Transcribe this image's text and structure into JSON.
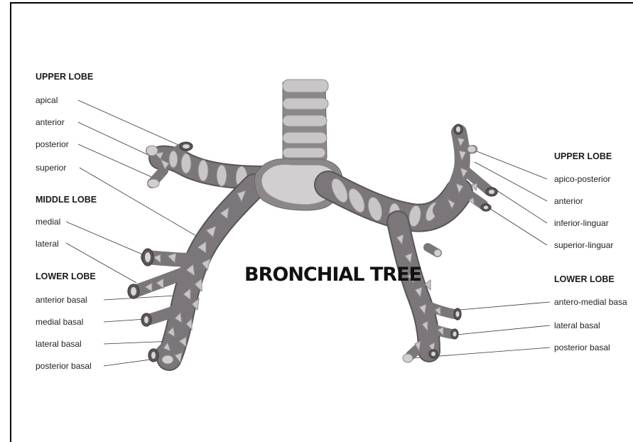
{
  "title": "BRONCHIAL TREE",
  "left": {
    "upper_lobe": {
      "heading": "UPPER LOBE",
      "items": [
        "apical",
        "anterior",
        "posterior",
        "superior"
      ]
    },
    "middle_lobe": {
      "heading": "MIDDLE LOBE",
      "items": [
        "medial",
        "lateral"
      ]
    },
    "lower_lobe": {
      "heading": "LOWER LOBE",
      "items": [
        "anterior basal",
        "medial basal",
        "lateral basal",
        "posterior basal"
      ]
    }
  },
  "right": {
    "upper_lobe": {
      "heading": "UPPER LOBE",
      "items": [
        "apico-posterior",
        "anterior",
        "inferior-linguar",
        "superior-linguar"
      ]
    },
    "lower_lobe": {
      "heading": "LOWER LOBE",
      "items": [
        "antero-medial basa",
        "lateral basal",
        "posterior basal"
      ]
    }
  },
  "colors": {
    "tube": "#7b7679",
    "cartilage": "#c9c6c8",
    "outline": "#8e8a8c"
  }
}
